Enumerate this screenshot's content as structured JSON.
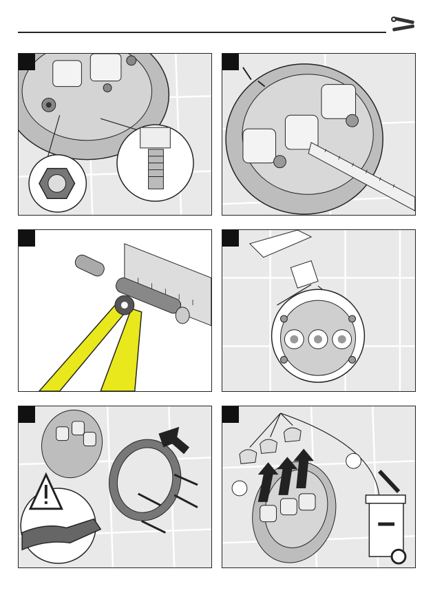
{
  "header": {
    "icon": "wrench-screwdriver-icon"
  },
  "steps": [
    {
      "label": "",
      "illustration": "nut-removal"
    },
    {
      "label": "",
      "illustration": "measure-depth"
    },
    {
      "label": "",
      "illustration": "cut-extension"
    },
    {
      "label": "",
      "illustration": "seal-silicone"
    },
    {
      "label": "",
      "illustration": "mount-plate"
    },
    {
      "label": "",
      "illustration": "remove-caps"
    }
  ],
  "colors": {
    "tile": "#e9e9e9",
    "grout": "#ffffff",
    "line": "#222222",
    "pliers": "#e8e81c"
  }
}
